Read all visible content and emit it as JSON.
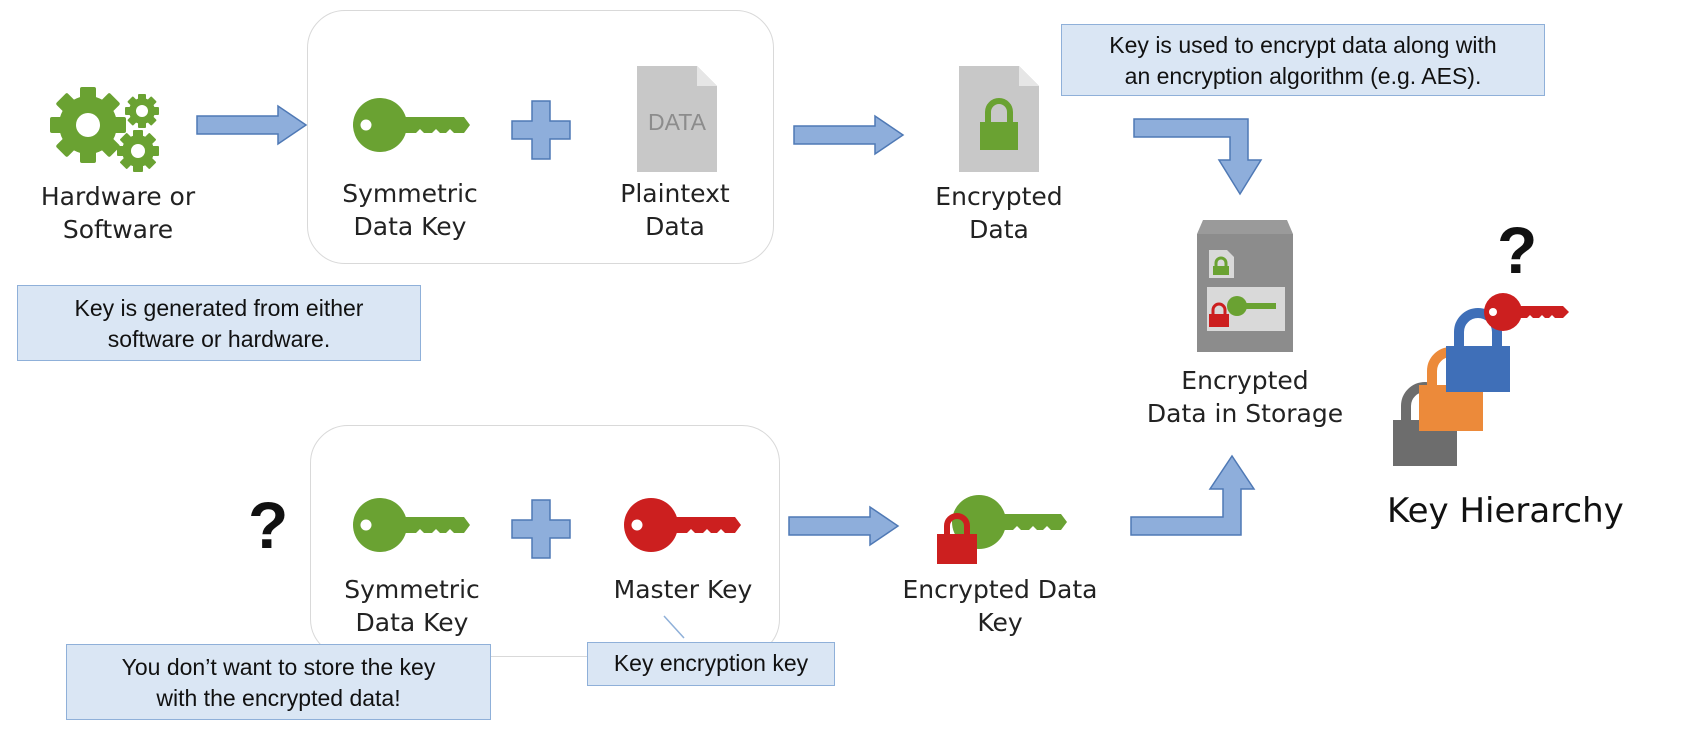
{
  "nodes": {
    "hardware_software": "Hardware or\nSoftware",
    "symmetric_key_top": "Symmetric\nData Key",
    "plaintext": "Plaintext\nData",
    "data_doc_text": "DATA",
    "encrypted_data": "Encrypted\nData",
    "storage": "Encrypted\nData in Storage",
    "symmetric_key_bottom": "Symmetric\nData Key",
    "master_key": "Master Key",
    "encrypted_data_key": "Encrypted Data\nKey"
  },
  "notes": {
    "encrypt_note": "Key is used to encrypt data along with\nan encryption algorithm (e.g. AES).",
    "generated_note": "Key is generated from either\nsoftware or hardware.",
    "store_note": "You don’t want to store the key\nwith the encrypted data!",
    "kek_note": "Key encryption key"
  },
  "question_marks": {
    "left": "?",
    "hierarchy": "?"
  },
  "hierarchy_title": "Key Hierarchy",
  "colors": {
    "green": "#6aa232",
    "red": "#cc1f1f",
    "blue": "#3f6fb8",
    "orange": "#ec8a3a",
    "gray": "#6d6d6d",
    "arrow_fill": "#8eaedb",
    "arrow_stroke": "#4f79b5",
    "note_bg": "#dae6f4"
  }
}
